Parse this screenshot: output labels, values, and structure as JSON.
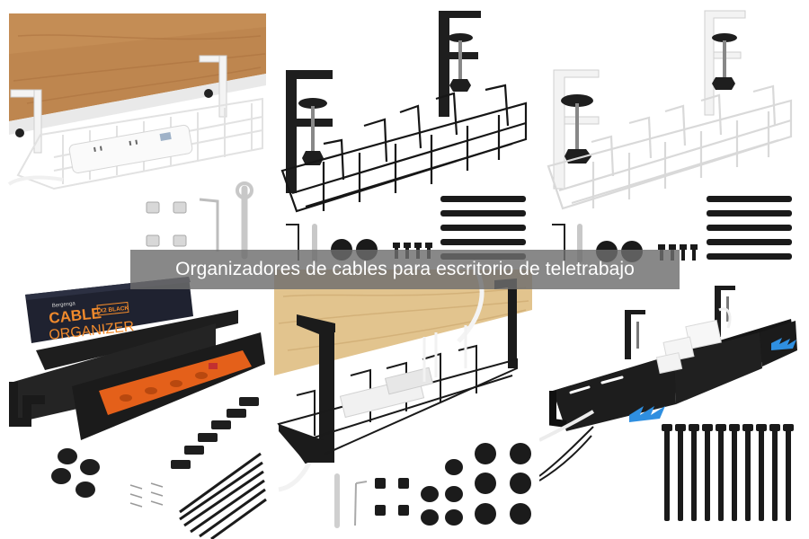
{
  "caption": {
    "text": "Organizadores de cables para escritorio de teletrabajo"
  },
  "tiles": [
    {
      "name": "white-wire-tray-under-desk",
      "description": "White wire cable tray clamped under wooden desk holding power strip"
    },
    {
      "name": "black-wire-tray-kit",
      "description": "Black wire cable tray with clamps, velcro ties, cable clips and tools"
    },
    {
      "name": "white-wire-tray-kit",
      "description": "White wire cable tray with black clamps, velcro ties and tools"
    },
    {
      "name": "black-steel-cable-organizer-box",
      "description": "Cable organizer box kit with orange power strip"
    },
    {
      "name": "black-wire-tray-with-desk",
      "description": "Black wire tray under light wood desk with accessories"
    },
    {
      "name": "black-extendable-cable-tray",
      "description": "Extendable black cable tray with blue arrows and cable ties"
    }
  ],
  "product_box": {
    "brand": "Bergenga",
    "line1": "CABLE",
    "badge": "X2 BLACK",
    "line2": "ORGANIZER"
  },
  "colors": {
    "wood": "#c9955a",
    "wood_light": "#e2c48e",
    "black_metal": "#1c1c1c",
    "white_metal": "#f2f2f2",
    "orange": "#e4601a",
    "blue_arrow": "#2f8fe0",
    "caption_bg": "#6e6e6e"
  }
}
